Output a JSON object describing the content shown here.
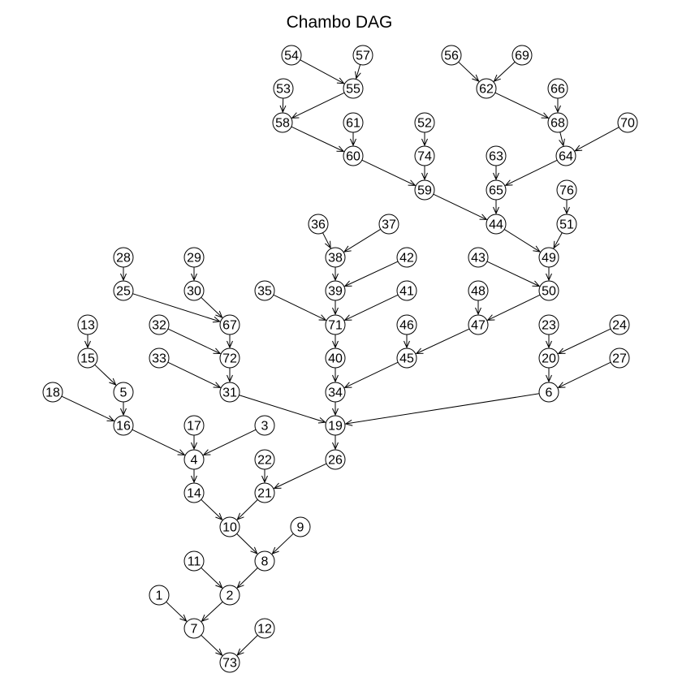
{
  "diagram": {
    "title": "Chambo DAG",
    "nodes": [
      "1",
      "2",
      "3",
      "4",
      "5",
      "6",
      "7",
      "8",
      "9",
      "10",
      "11",
      "12",
      "13",
      "14",
      "15",
      "16",
      "17",
      "18",
      "19",
      "20",
      "21",
      "22",
      "23",
      "24",
      "25",
      "26",
      "27",
      "28",
      "29",
      "30",
      "31",
      "32",
      "33",
      "34",
      "35",
      "36",
      "37",
      "38",
      "39",
      "40",
      "41",
      "42",
      "43",
      "44",
      "45",
      "46",
      "47",
      "48",
      "49",
      "50",
      "51",
      "52",
      "53",
      "54",
      "55",
      "56",
      "57",
      "58",
      "59",
      "60",
      "61",
      "62",
      "63",
      "64",
      "65",
      "66",
      "67",
      "68",
      "69",
      "70",
      "71",
      "72",
      "73",
      "74",
      "76"
    ],
    "edges": [
      [
        "54",
        "55"
      ],
      [
        "57",
        "55"
      ],
      [
        "56",
        "62"
      ],
      [
        "69",
        "62"
      ],
      [
        "53",
        "58"
      ],
      [
        "55",
        "58"
      ],
      [
        "62",
        "68"
      ],
      [
        "66",
        "68"
      ],
      [
        "58",
        "60"
      ],
      [
        "61",
        "60"
      ],
      [
        "52",
        "74"
      ],
      [
        "68",
        "64"
      ],
      [
        "70",
        "64"
      ],
      [
        "60",
        "59"
      ],
      [
        "74",
        "59"
      ],
      [
        "63",
        "65"
      ],
      [
        "64",
        "65"
      ],
      [
        "76",
        "51"
      ],
      [
        "59",
        "44"
      ],
      [
        "65",
        "44"
      ],
      [
        "44",
        "49"
      ],
      [
        "51",
        "49"
      ],
      [
        "36",
        "38"
      ],
      [
        "37",
        "38"
      ],
      [
        "28",
        "25"
      ],
      [
        "29",
        "30"
      ],
      [
        "38",
        "39"
      ],
      [
        "42",
        "39"
      ],
      [
        "43",
        "50"
      ],
      [
        "49",
        "50"
      ],
      [
        "25",
        "67"
      ],
      [
        "30",
        "67"
      ],
      [
        "35",
        "71"
      ],
      [
        "39",
        "71"
      ],
      [
        "41",
        "71"
      ],
      [
        "48",
        "47"
      ],
      [
        "50",
        "47"
      ],
      [
        "13",
        "15"
      ],
      [
        "32",
        "72"
      ],
      [
        "67",
        "72"
      ],
      [
        "71",
        "40"
      ],
      [
        "46",
        "45"
      ],
      [
        "47",
        "45"
      ],
      [
        "23",
        "20"
      ],
      [
        "24",
        "20"
      ],
      [
        "15",
        "5"
      ],
      [
        "33",
        "31"
      ],
      [
        "72",
        "31"
      ],
      [
        "40",
        "34"
      ],
      [
        "45",
        "34"
      ],
      [
        "20",
        "6"
      ],
      [
        "27",
        "6"
      ],
      [
        "18",
        "16"
      ],
      [
        "5",
        "16"
      ],
      [
        "31",
        "19"
      ],
      [
        "34",
        "19"
      ],
      [
        "6",
        "19"
      ],
      [
        "17",
        "4"
      ],
      [
        "16",
        "4"
      ],
      [
        "3",
        "4"
      ],
      [
        "19",
        "26"
      ],
      [
        "4",
        "14"
      ],
      [
        "22",
        "21"
      ],
      [
        "26",
        "21"
      ],
      [
        "14",
        "10"
      ],
      [
        "21",
        "10"
      ],
      [
        "10",
        "8"
      ],
      [
        "9",
        "8"
      ],
      [
        "11",
        "2"
      ],
      [
        "8",
        "2"
      ],
      [
        "1",
        "7"
      ],
      [
        "2",
        "7"
      ],
      [
        "7",
        "73"
      ],
      [
        "12",
        "73"
      ]
    ]
  }
}
